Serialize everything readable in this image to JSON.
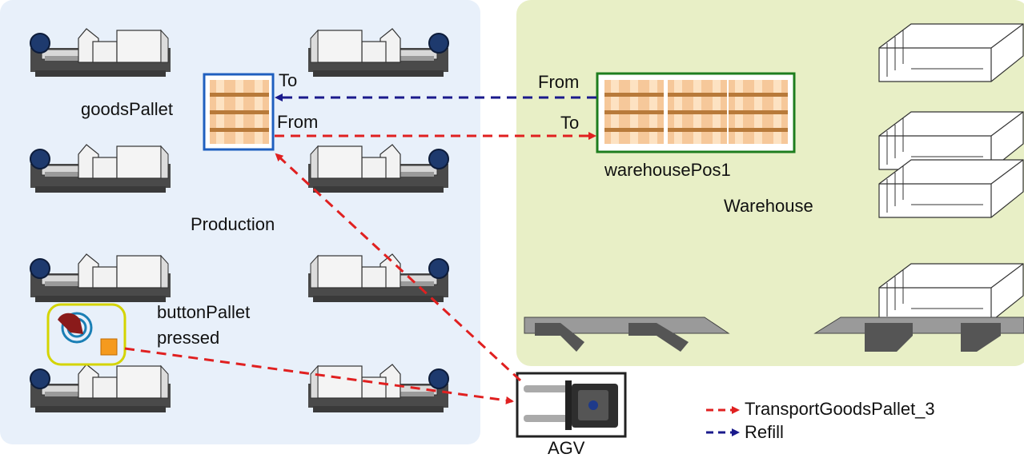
{
  "zones": {
    "production": {
      "label": "Production",
      "fill": "#e8f0fa"
    },
    "warehouse": {
      "label": "Warehouse",
      "fill": "#e8efc6"
    }
  },
  "nodes": {
    "goods_pallet": {
      "label": "goodsPallet",
      "border": "#1f5fbf"
    },
    "warehouse_pos": {
      "label": "warehousePos1",
      "border": "#1e7d1e"
    },
    "button_pallet": {
      "label_line1": "buttonPallet",
      "label_line2": "pressed",
      "border": "#d4d400"
    },
    "agv": {
      "label": "AGV"
    }
  },
  "edge_labels": {
    "refill_from": "From",
    "refill_to": "To",
    "transport_from": "From",
    "transport_to": "To"
  },
  "legend": {
    "transport": {
      "label": "TransportGoodsPallet_3",
      "color": "#e02020"
    },
    "refill": {
      "label": "Refill",
      "color": "#1a1a8c"
    }
  },
  "icons": {
    "machine": "injection-molding-machine-icon",
    "pallet": "pallet-icon",
    "rack": "storage-rack-icon",
    "conveyor": "conveyor-icon",
    "button": "button-press-icon",
    "agv": "agv-icon"
  }
}
